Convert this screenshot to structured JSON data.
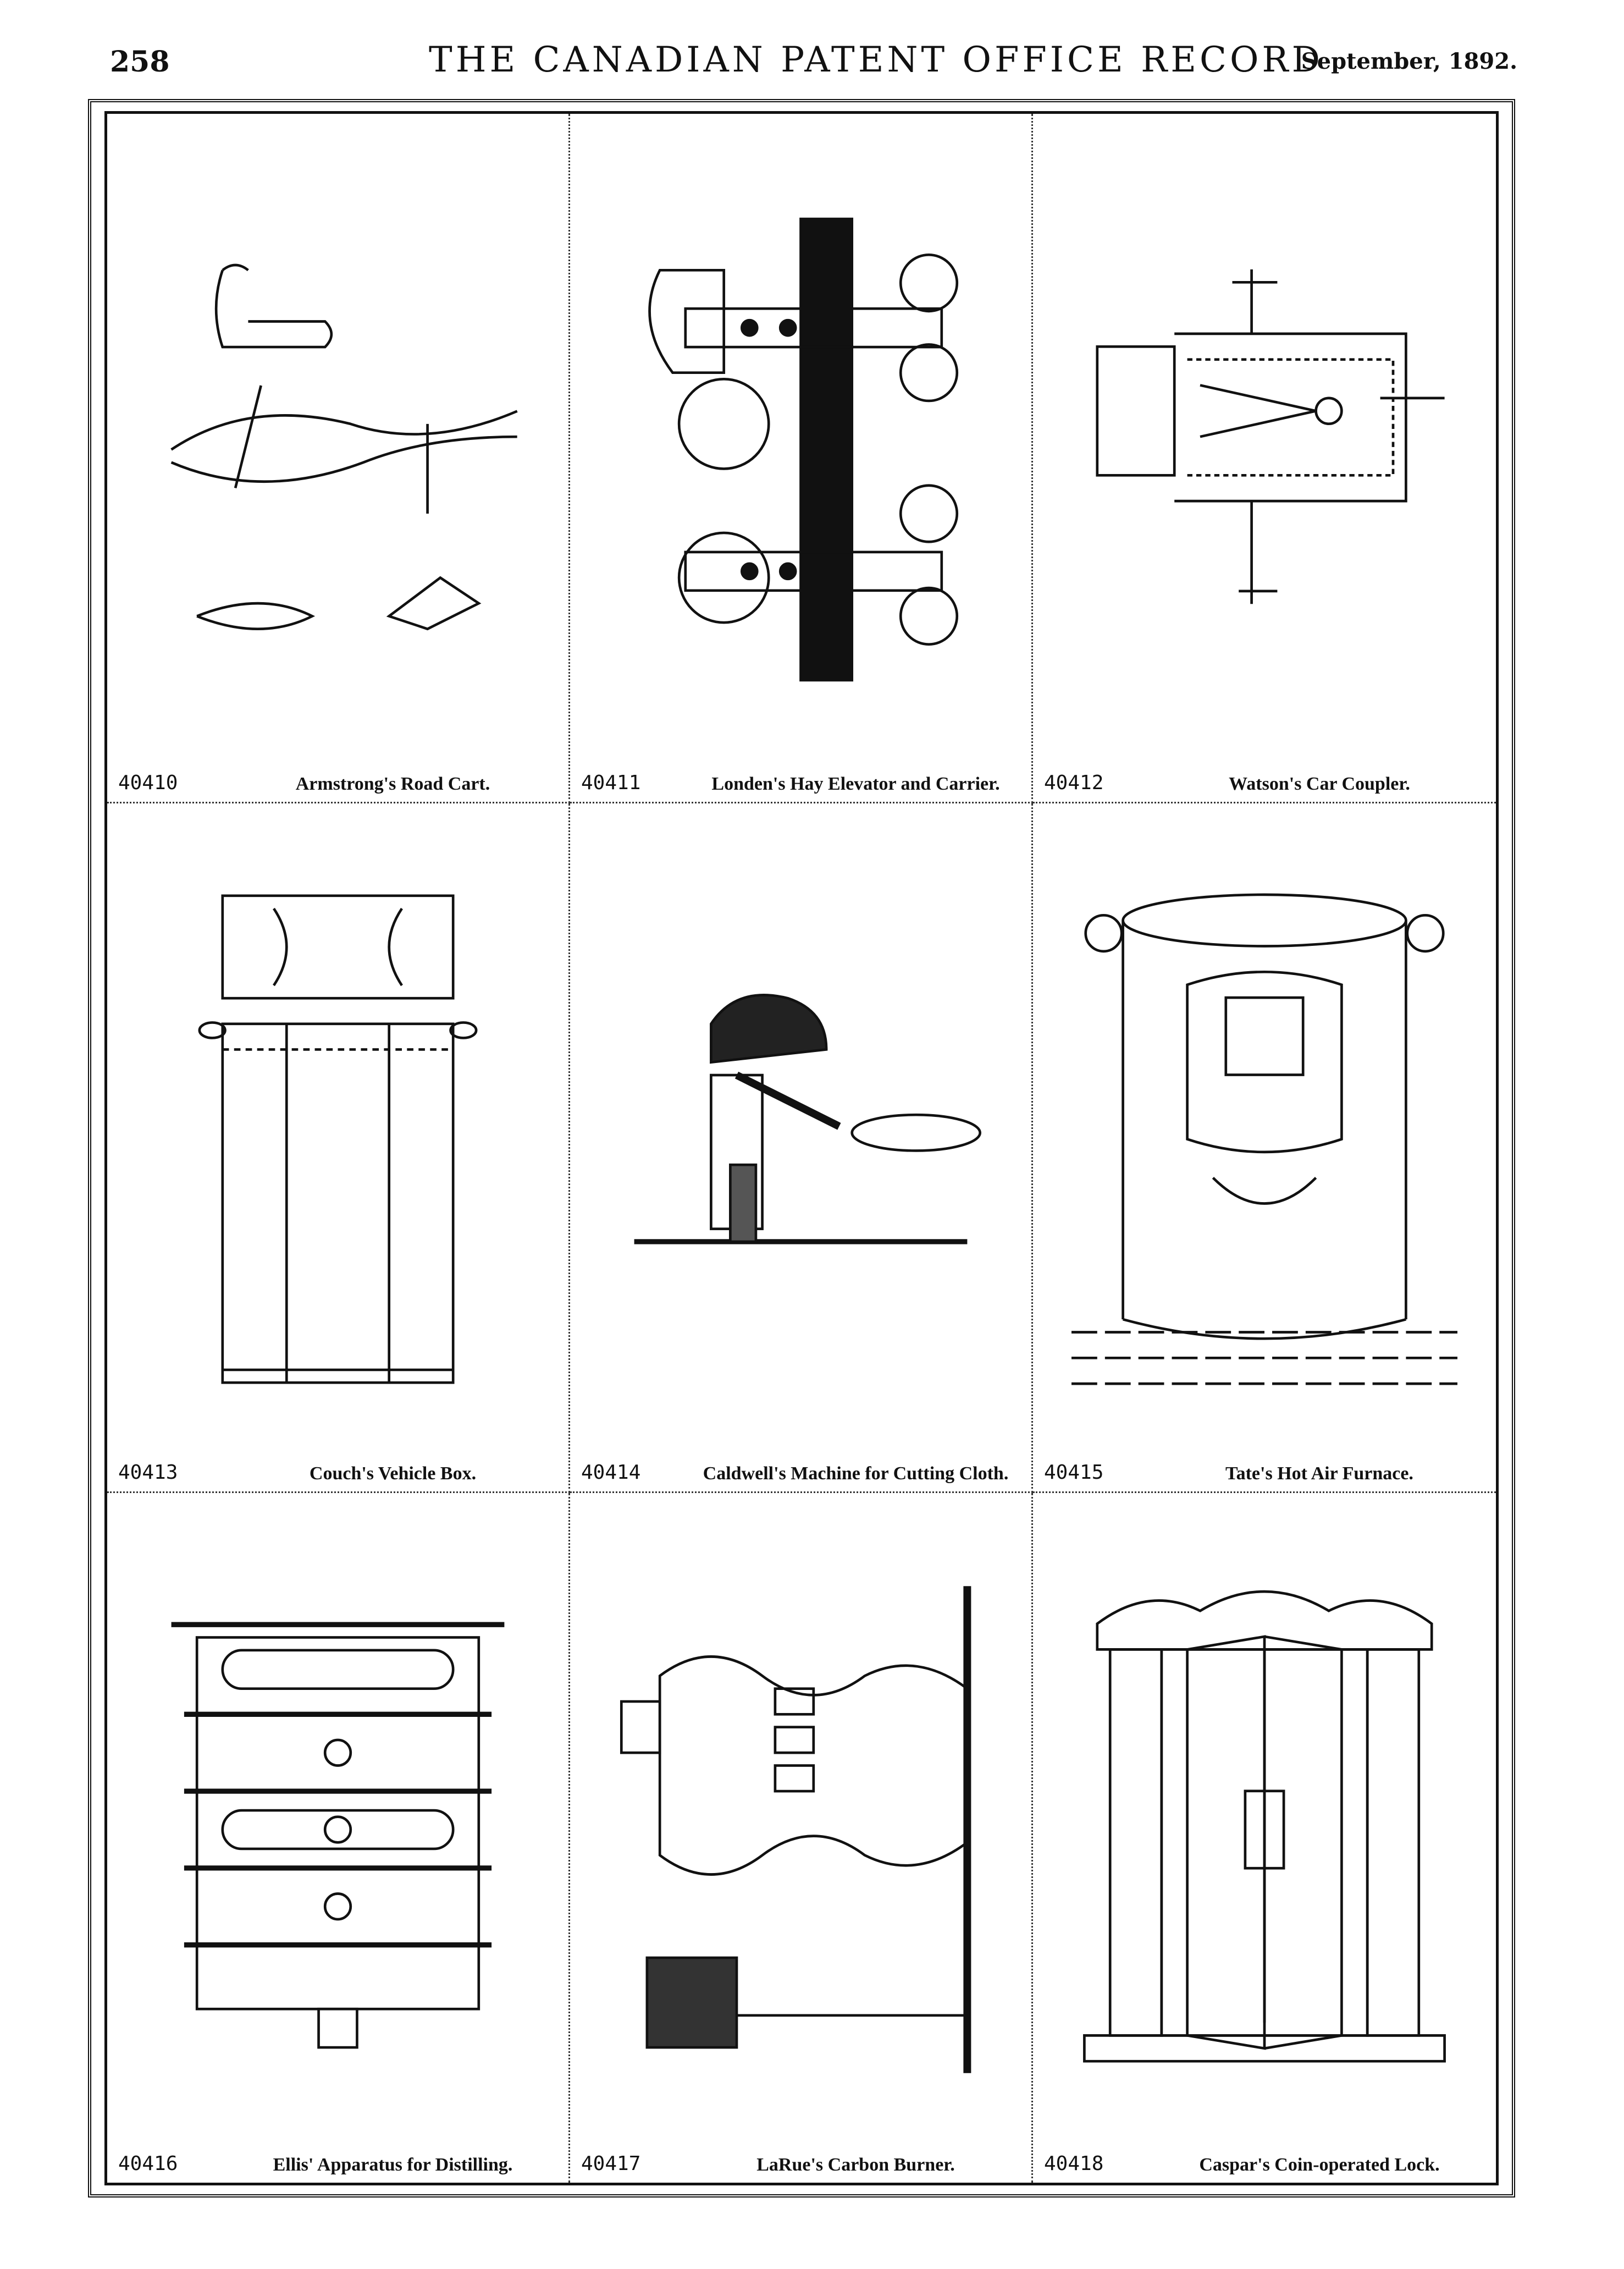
{
  "header": {
    "page_number": "258",
    "journal_title": "THE CANADIAN PATENT OFFICE RECORD",
    "date": "September, 1892."
  },
  "patents": [
    {
      "number": "40410",
      "title": "Armstrong's Road Cart."
    },
    {
      "number": "40411",
      "title": "Londen's Hay Elevator and Carrier."
    },
    {
      "number": "40412",
      "title": "Watson's Car Coupler."
    },
    {
      "number": "40413",
      "title": "Couch's Vehicle Box."
    },
    {
      "number": "40414",
      "title": "Caldwell's Machine for Cutting Cloth."
    },
    {
      "number": "40415",
      "title": "Tate's Hot Air Furnace."
    },
    {
      "number": "40416",
      "title": "Ellis' Apparatus for Distilling."
    },
    {
      "number": "40417",
      "title": "LaRue's Carbon Burner."
    },
    {
      "number": "40418",
      "title": "Caspar's Coin-operated Lock."
    }
  ]
}
